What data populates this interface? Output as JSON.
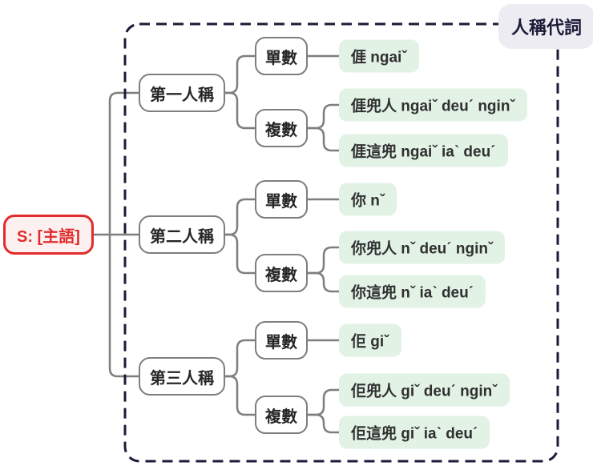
{
  "container_label": "人稱代詞",
  "root": {
    "label": "S: [主語]"
  },
  "tree": {
    "branches": [
      {
        "label": "第一人稱",
        "children": [
          {
            "label": "單數",
            "leaves": [
              "𠊎 ngaiˇ"
            ]
          },
          {
            "label": "複數",
            "leaves": [
              "𠊎兜人 ngaiˇ deuˊ nginˇ",
              "𠊎這兜 ngaiˇ iaˋ deuˊ"
            ]
          }
        ]
      },
      {
        "label": "第二人稱",
        "children": [
          {
            "label": "單數",
            "leaves": [
              "你 nˇ"
            ]
          },
          {
            "label": "複數",
            "leaves": [
              "你兜人 nˇ deuˊ nginˇ",
              "你這兜 nˇ iaˋ deuˊ"
            ]
          }
        ]
      },
      {
        "label": "第三人稱",
        "children": [
          {
            "label": "單數",
            "leaves": [
              "佢 giˇ"
            ]
          },
          {
            "label": "複數",
            "leaves": [
              "佢兜人 giˇ deuˊ nginˇ",
              "佢這兜 giˇ iaˋ deuˊ"
            ]
          }
        ]
      }
    ]
  },
  "colors": {
    "root_accent": "#e12c2c",
    "root_bg": "#fdf0f0",
    "leaf_bg": "#e2f2e5",
    "frame_navy": "#1b1b38",
    "connector_gray": "#7e7e7e",
    "label_bg": "#ececf2"
  }
}
